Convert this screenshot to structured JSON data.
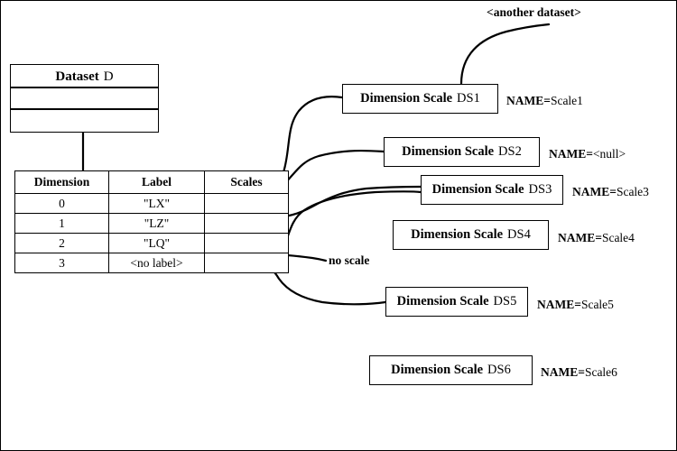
{
  "diagram": {
    "title_label": "<another dataset>",
    "no_scale_label": "no scale",
    "dataset": {
      "title_kind": "Dataset",
      "title_id": "D"
    },
    "table": {
      "headers": [
        "Dimension",
        "Label",
        "Scales"
      ],
      "rows": [
        {
          "dimension": "0",
          "label": "\"LX\"",
          "scales": ""
        },
        {
          "dimension": "1",
          "label": "\"LZ\"",
          "scales": ""
        },
        {
          "dimension": "2",
          "label": "\"LQ\"",
          "scales": ""
        },
        {
          "dimension": "3",
          "label": "<no label>",
          "scales": ""
        }
      ]
    },
    "scales": [
      {
        "kind": "Dimension Scale",
        "id": "DS1",
        "name_key": "NAME=",
        "name_value": "Scale1"
      },
      {
        "kind": "Dimension Scale",
        "id": "DS2",
        "name_key": "NAME=",
        "name_value": "<null>"
      },
      {
        "kind": "Dimension Scale",
        "id": "DS3",
        "name_key": "NAME=",
        "name_value": "Scale3"
      },
      {
        "kind": "Dimension Scale",
        "id": "DS4",
        "name_key": "NAME=",
        "name_value": "Scale4"
      },
      {
        "kind": "Dimension Scale",
        "id": "DS5",
        "name_key": "NAME=",
        "name_value": "Scale5"
      },
      {
        "kind": "Dimension Scale",
        "id": "DS6",
        "name_key": "NAME=",
        "name_value": "Scale6"
      }
    ],
    "colors": {
      "stroke": "#000000",
      "background": "#ffffff"
    }
  }
}
